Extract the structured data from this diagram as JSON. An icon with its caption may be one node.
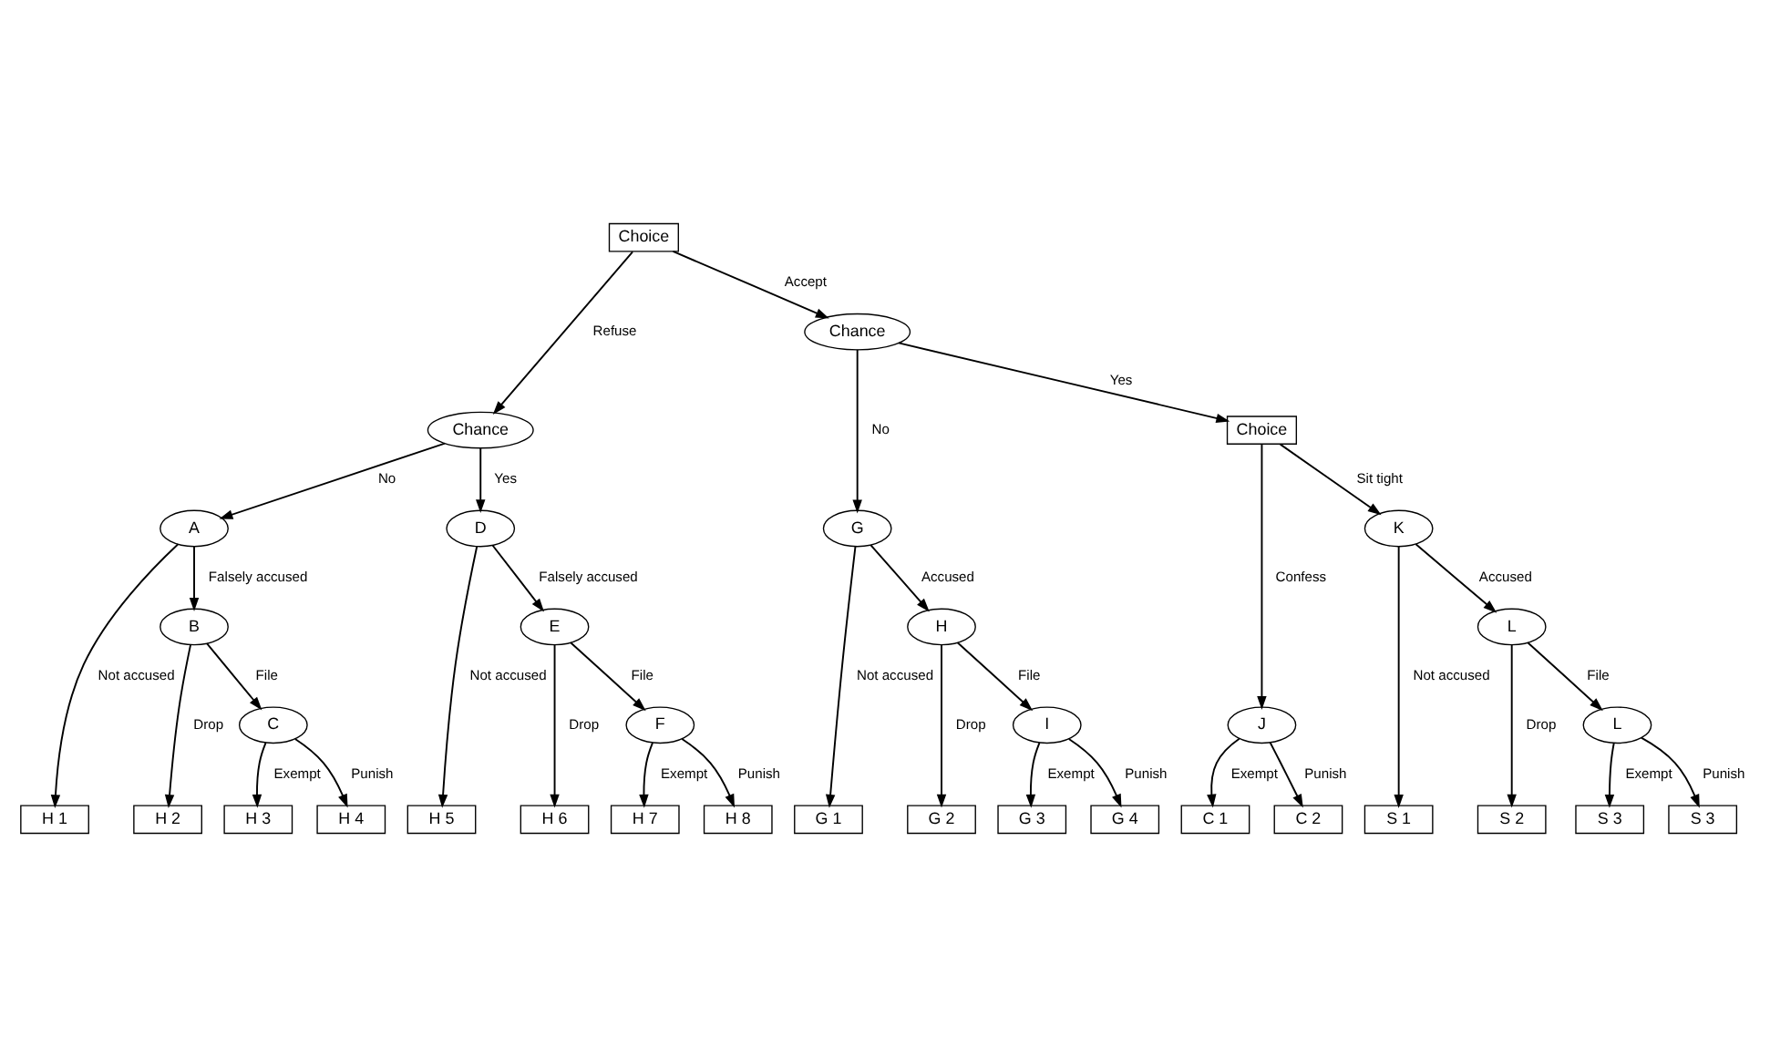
{
  "diagram": {
    "nodes": [
      {
        "text": [
          "Choice"
        ]
      },
      {
        "text": [
          "Chance"
        ]
      },
      {
        "text": [
          "Chance"
        ]
      },
      {
        "text": [
          "A"
        ]
      },
      {
        "text": [
          "D"
        ]
      },
      {
        "text": [
          "G"
        ]
      },
      {
        "text": [
          "Choice"
        ]
      },
      {
        "text": [
          "B"
        ]
      },
      {
        "text": [
          "E"
        ]
      },
      {
        "text": [
          "H"
        ]
      },
      {
        "text": [
          "J"
        ]
      },
      {
        "text": [
          "K"
        ]
      },
      {
        "text": [
          "C"
        ]
      },
      {
        "text": [
          "F"
        ]
      },
      {
        "text": [
          "I"
        ]
      },
      {
        "text": [
          "L"
        ]
      },
      {
        "text": [
          "L"
        ]
      },
      {
        "text": [
          "H 1"
        ]
      },
      {
        "text": [
          "H 2"
        ]
      },
      {
        "text": [
          "H 3"
        ]
      },
      {
        "text": [
          "H 4"
        ]
      },
      {
        "text": [
          "H 5"
        ]
      },
      {
        "text": [
          "H 6"
        ]
      },
      {
        "text": [
          "H 7"
        ]
      },
      {
        "text": [
          "H 8"
        ]
      },
      {
        "text": [
          "G 1"
        ]
      },
      {
        "text": [
          "G 2"
        ]
      },
      {
        "text": [
          "G 3"
        ]
      },
      {
        "text": [
          "G 4"
        ]
      },
      {
        "text": [
          "C 1"
        ]
      },
      {
        "text": [
          "C 2"
        ]
      },
      {
        "text": [
          "S 1"
        ]
      },
      {
        "text": [
          "S 2"
        ]
      },
      {
        "text": [
          "S 3"
        ]
      },
      {
        "text": [
          "S 3"
        ]
      }
    ],
    "edges": [
      {
        "from": 0,
        "to": 1,
        "arrow": "to",
        "label": "Refuse"
      },
      {
        "from": 0,
        "to": 2,
        "arrow": "to",
        "label": "Accept"
      },
      {
        "from": 1,
        "to": 3,
        "arrow": "to",
        "label": "No"
      },
      {
        "from": 1,
        "to": 4,
        "arrow": "to",
        "label": "Yes"
      },
      {
        "from": 2,
        "to": 5,
        "arrow": "to",
        "label": "No"
      },
      {
        "from": 2,
        "to": 6,
        "arrow": "to",
        "label": "Yes"
      },
      {
        "from": 3,
        "to": 17,
        "arrow": "to",
        "label": "Not accused"
      },
      {
        "from": 3,
        "to": 7,
        "arrow": "to",
        "label": "Falsely accused"
      },
      {
        "from": 7,
        "to": 18,
        "arrow": "to",
        "label": "Drop"
      },
      {
        "from": 7,
        "to": 12,
        "arrow": "to",
        "label": "File"
      },
      {
        "from": 12,
        "to": 19,
        "arrow": "to",
        "label": "Exempt"
      },
      {
        "from": 12,
        "to": 20,
        "arrow": "to",
        "label": "Punish"
      },
      {
        "from": 4,
        "to": 21,
        "arrow": "to",
        "label": "Not accused"
      },
      {
        "from": 4,
        "to": 8,
        "arrow": "to",
        "label": "Falsely accused"
      },
      {
        "from": 8,
        "to": 22,
        "arrow": "to",
        "label": "Drop"
      },
      {
        "from": 8,
        "to": 13,
        "arrow": "to",
        "label": "File"
      },
      {
        "from": 13,
        "to": 23,
        "arrow": "to",
        "label": "Exempt"
      },
      {
        "from": 13,
        "to": 24,
        "arrow": "to",
        "label": "Punish"
      },
      {
        "from": 5,
        "to": 25,
        "arrow": "to",
        "label": "Not accused"
      },
      {
        "from": 5,
        "to": 9,
        "arrow": "to",
        "label": "Accused"
      },
      {
        "from": 9,
        "to": 26,
        "arrow": "to",
        "label": "Drop"
      },
      {
        "from": 9,
        "to": 14,
        "arrow": "to",
        "label": "File"
      },
      {
        "from": 14,
        "to": 27,
        "arrow": "to",
        "label": "Exempt"
      },
      {
        "from": 14,
        "to": 28,
        "arrow": "to",
        "label": "Punish"
      },
      {
        "from": 6,
        "to": 10,
        "arrow": "to",
        "label": "Confess"
      },
      {
        "from": 6,
        "to": 11,
        "arrow": "to",
        "label": "Sit tight"
      },
      {
        "from": 10,
        "to": 29,
        "arrow": "to",
        "label": "Exempt"
      },
      {
        "from": 10,
        "to": 30,
        "arrow": "to",
        "label": "Punish"
      },
      {
        "from": 11,
        "to": 31,
        "arrow": "to",
        "label": "Not accused"
      },
      {
        "from": 11,
        "to": 15,
        "arrow": "to",
        "label": "Accused"
      },
      {
        "from": 15,
        "to": 32,
        "arrow": "to",
        "label": "Drop"
      },
      {
        "from": 15,
        "to": 16,
        "arrow": "to",
        "label": "File"
      },
      {
        "from": 16,
        "to": 33,
        "arrow": "to",
        "label": "Exempt"
      },
      {
        "from": 16,
        "to": 34,
        "arrow": "to",
        "label": "Punish"
      }
    ]
  }
}
